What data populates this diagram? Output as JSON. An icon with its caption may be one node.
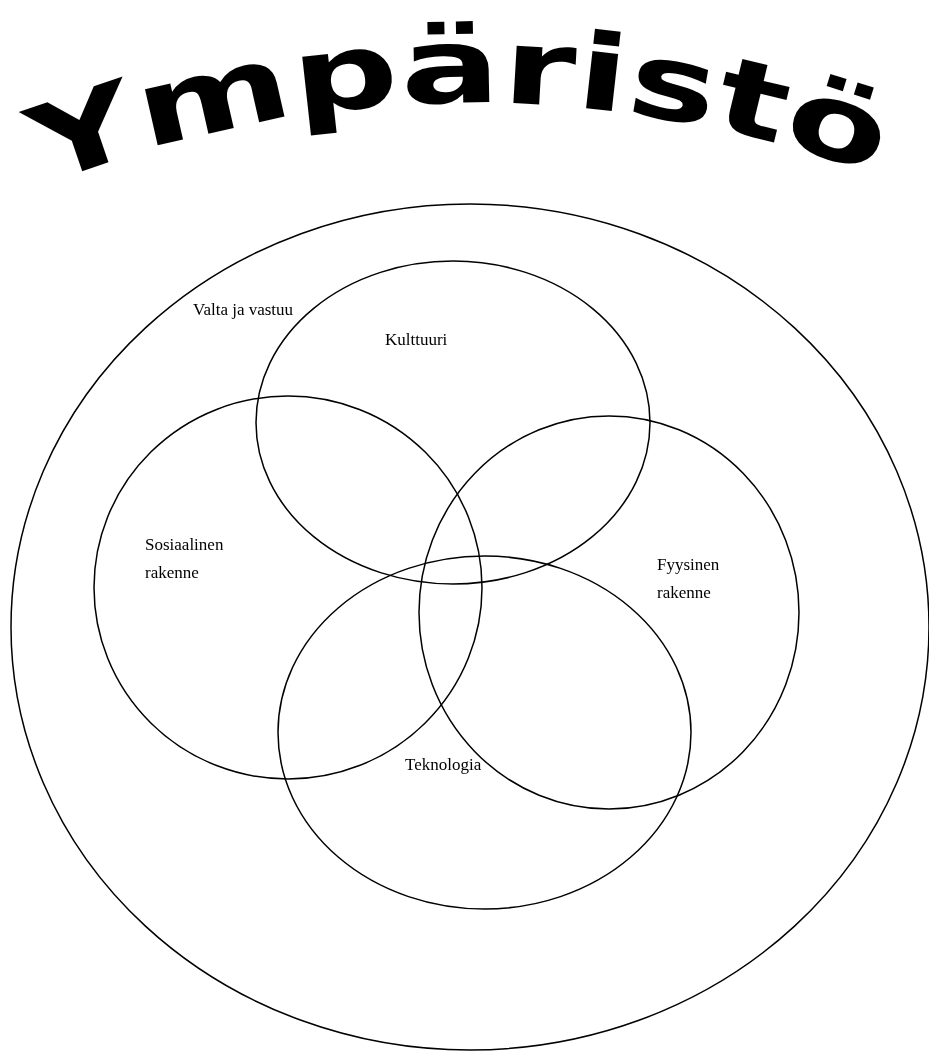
{
  "diagram": {
    "title": "Ympäristö",
    "nodes": [
      {
        "text": [
          "Valta ja vastuu"
        ]
      },
      {
        "text": [
          "Kulttuuri"
        ],
        "in": 0
      },
      {
        "text": [
          "Sosiaalinen rakenne"
        ],
        "in": 0
      },
      {
        "text": [
          "Fyysinen rakenne"
        ],
        "in": 0
      },
      {
        "text": [
          "Teknologia"
        ],
        "in": 0
      }
    ]
  }
}
